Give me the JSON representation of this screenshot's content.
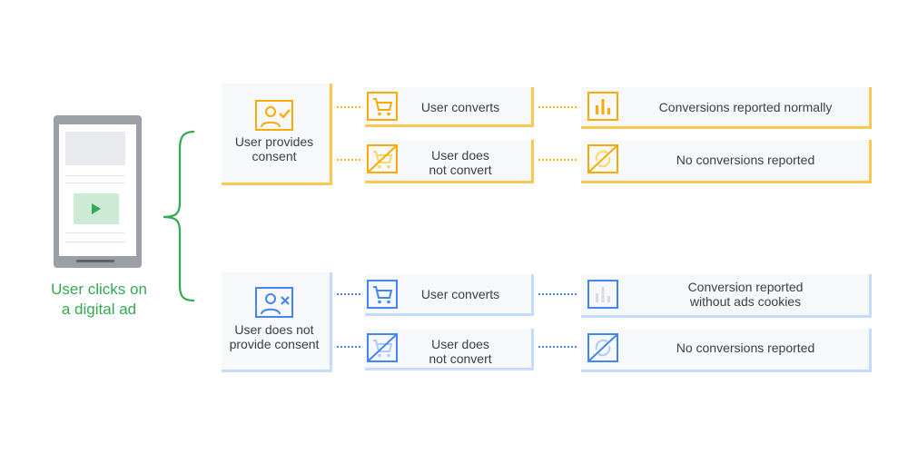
{
  "phone": {
    "caption_line1": "User clicks on",
    "caption_line2": "a digital ad"
  },
  "consent": {
    "label_line1": "User provides",
    "label_line2": "consent",
    "converts": {
      "action": "User converts",
      "result": "Conversions reported normally"
    },
    "not_converts": {
      "action_line1": "User does",
      "action_line2": "not convert",
      "result": "No conversions reported"
    }
  },
  "no_consent": {
    "label_line1": "User does not",
    "label_line2": "provide consent",
    "converts": {
      "action": "User converts",
      "result_line1": "Conversion reported",
      "result_line2": "without ads cookies"
    },
    "not_converts": {
      "action_line1": "User does",
      "action_line2": "not convert",
      "result": "No conversions reported"
    }
  },
  "colors": {
    "yellow": "#fbbc04",
    "blue": "#4285f4",
    "green": "#34a853"
  }
}
